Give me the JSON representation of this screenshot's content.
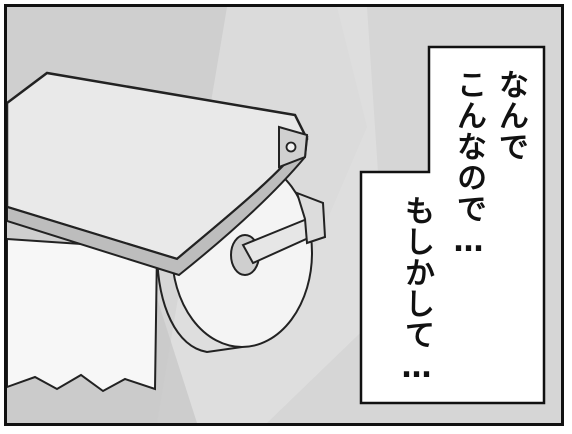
{
  "speech_bubble": {
    "lines": [
      "なんで",
      "こんなので…",
      "もしかして…"
    ]
  },
  "colors": {
    "border": "#111111",
    "background": "#d9d9d9",
    "bubble_fill": "#ffffff"
  },
  "icons": {
    "scene": "toilet-paper-holder-icon"
  }
}
